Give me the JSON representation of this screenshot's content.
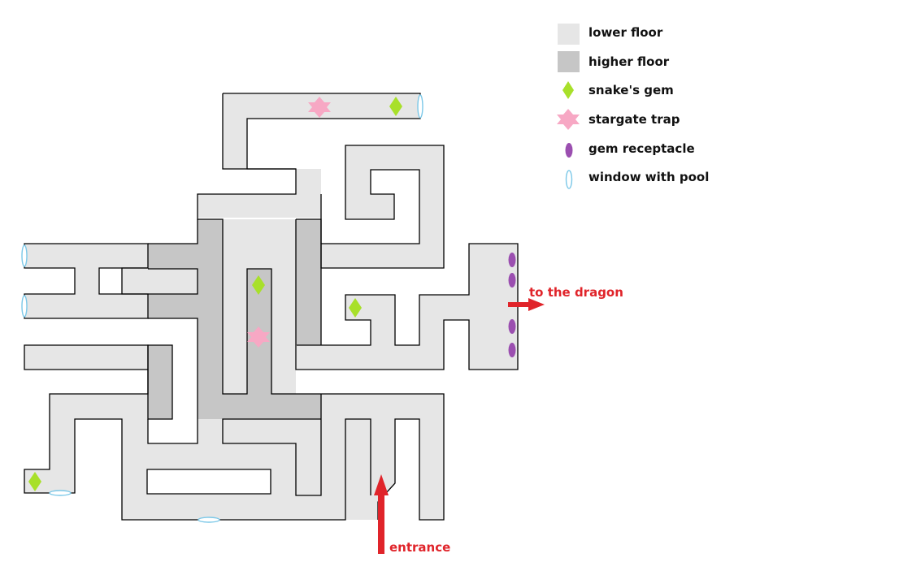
{
  "legend": {
    "lower_floor": "lower floor",
    "higher_floor": "higher floor",
    "snakes_gem": "snake's gem",
    "stargate_trap": "stargate trap",
    "gem_receptacle": "gem receptacle",
    "window_with_pool": "window with pool"
  },
  "labels": {
    "to_dragon": "to the dragon",
    "entrance": "entrance"
  },
  "colors": {
    "lower_floor": "#e6e6e6",
    "higher_floor": "#c6c6c6",
    "gem": "#a8e02a",
    "trap": "#f7a8c4",
    "receptacle": "#9b4fb0",
    "window": "#7cc8e8",
    "arrow": "#e0242a"
  },
  "icons": {
    "gem": "diamond",
    "trap": "six-pointed-star",
    "receptacle": "purple-ellipse",
    "window": "blue-ellipse-outline",
    "arrow": "red-arrow"
  }
}
